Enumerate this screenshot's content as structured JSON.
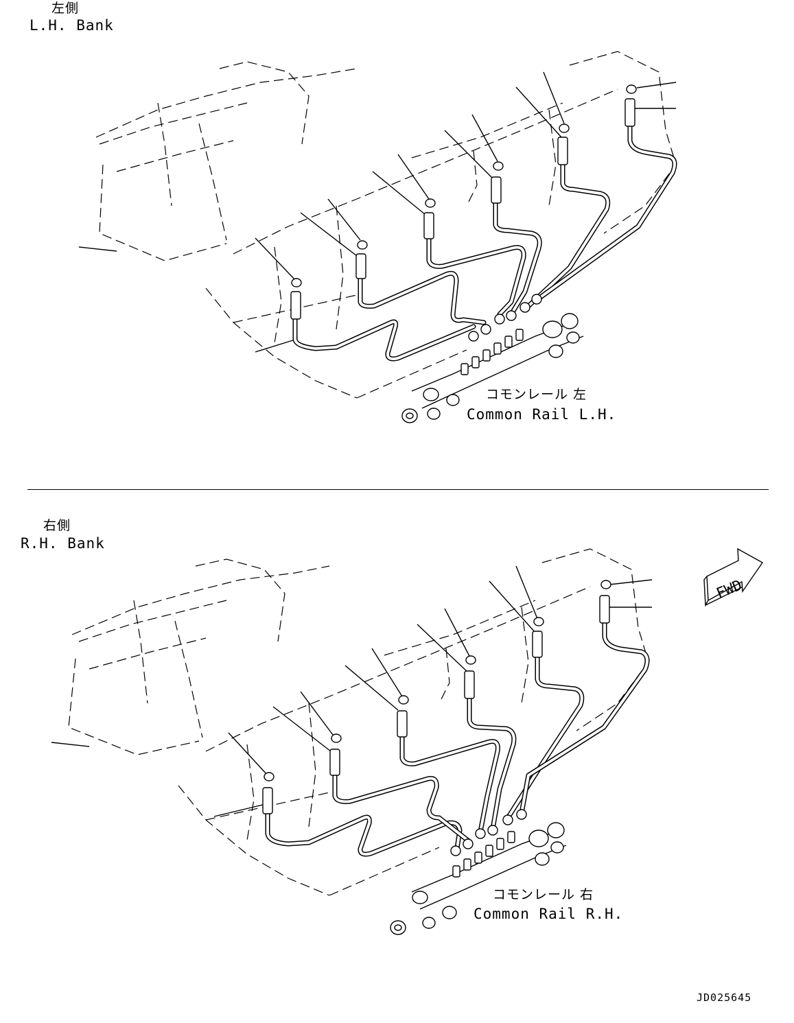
{
  "top_section": {
    "title_jp": "左側",
    "title_en": "L.H. Bank",
    "rail_label_jp": "コモンレール 左",
    "rail_label_en": "Common Rail L.H."
  },
  "bottom_section": {
    "title_jp": "右側",
    "title_en": "R.H. Bank",
    "rail_label_jp": "コモンレール 右",
    "rail_label_en": "Common Rail R.H."
  },
  "fwd_arrow": {
    "label": "FWD"
  },
  "drawing_id": "JD025645"
}
